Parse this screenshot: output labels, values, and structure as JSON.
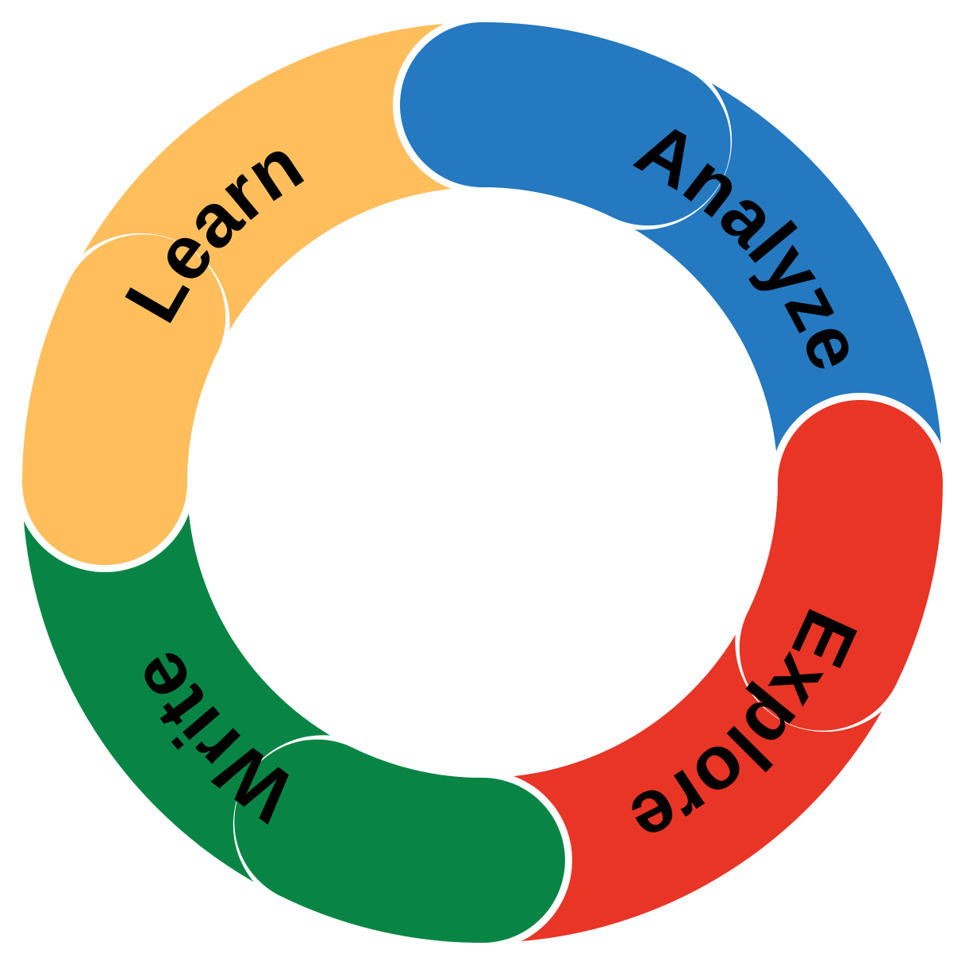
{
  "diagram": {
    "type": "cycle",
    "segments": [
      {
        "label": "Analyze",
        "color": "#2479C0"
      },
      {
        "label": "Explore",
        "color": "#E83526"
      },
      {
        "label": "Write",
        "color": "#088545"
      },
      {
        "label": "Learn",
        "color": "#FEBE5C"
      }
    ]
  }
}
